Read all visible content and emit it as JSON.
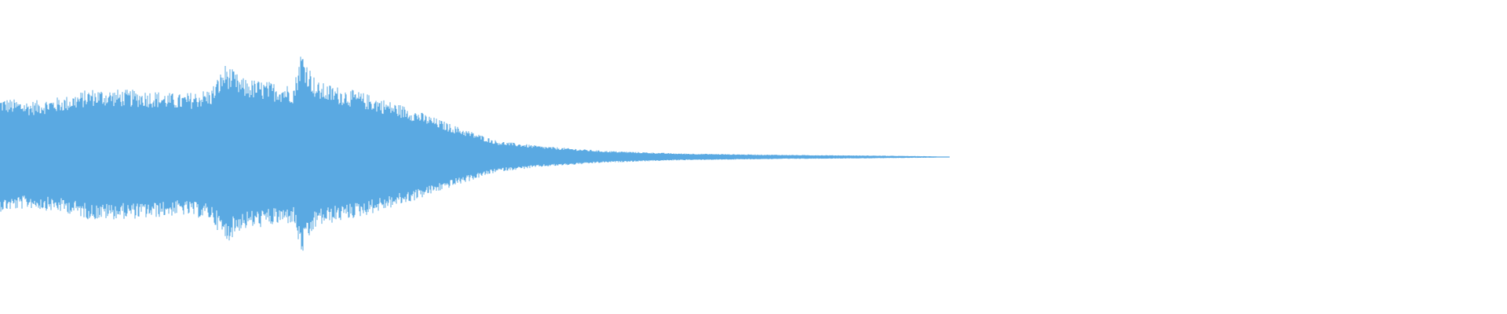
{
  "waveform": {
    "color": "#5aa9e2",
    "background": "#ffffff",
    "amplitude_profile": [
      {
        "t": 0.0,
        "amp": 0.33
      },
      {
        "t": 0.02,
        "amp": 0.31
      },
      {
        "t": 0.045,
        "amp": 0.34
      },
      {
        "t": 0.06,
        "amp": 0.38
      },
      {
        "t": 0.1,
        "amp": 0.37
      },
      {
        "t": 0.12,
        "amp": 0.35
      },
      {
        "t": 0.14,
        "amp": 0.38
      },
      {
        "t": 0.15,
        "amp": 0.52
      },
      {
        "t": 0.16,
        "amp": 0.44
      },
      {
        "t": 0.195,
        "amp": 0.4
      },
      {
        "t": 0.2,
        "amp": 0.6
      },
      {
        "t": 0.21,
        "amp": 0.42
      },
      {
        "t": 0.24,
        "amp": 0.36
      },
      {
        "t": 0.27,
        "amp": 0.28
      },
      {
        "t": 0.3,
        "amp": 0.18
      },
      {
        "t": 0.33,
        "amp": 0.09
      },
      {
        "t": 0.36,
        "amp": 0.06
      },
      {
        "t": 0.4,
        "amp": 0.035
      },
      {
        "t": 0.45,
        "amp": 0.02
      },
      {
        "t": 0.52,
        "amp": 0.012
      },
      {
        "t": 0.58,
        "amp": 0.008
      },
      {
        "t": 0.62,
        "amp": 0.004
      },
      {
        "t": 0.63,
        "amp": 0.0
      }
    ]
  }
}
